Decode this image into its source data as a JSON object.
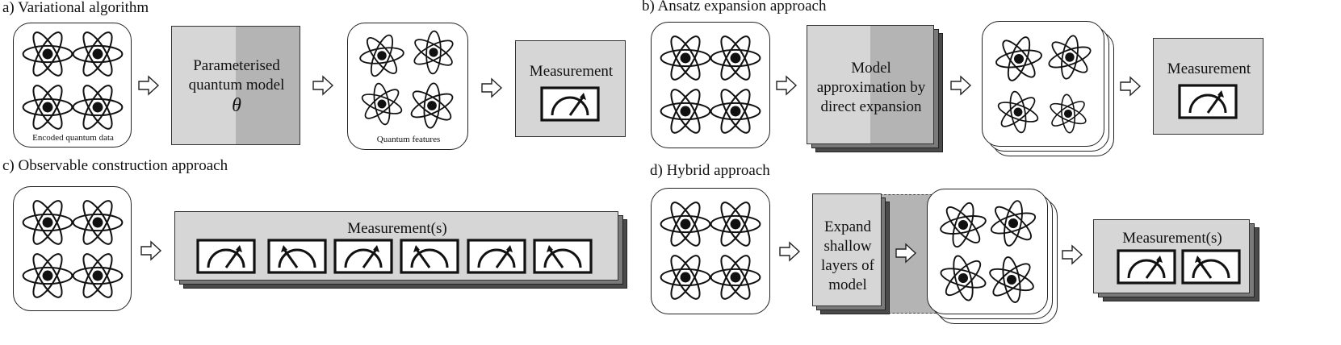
{
  "panels": {
    "a": {
      "title": "a) Variational algorithm",
      "encoded_label": "Encoded  quantum data",
      "model_line1": "Parameterised",
      "model_line2": "quantum model",
      "model_symbol": "θ",
      "features_label": "Quantum features",
      "measurement": "Measurement"
    },
    "b": {
      "title": "b) Ansatz expansion approach",
      "model_line1": "Model",
      "model_line2": "approximation by",
      "model_line3": "direct expansion",
      "measurement": "Measurement"
    },
    "c": {
      "title": "c) Observable construction approach",
      "measurement": "Measurement(s)"
    },
    "d": {
      "title": "d) Hybrid approach",
      "model_line1": "Expand",
      "model_line2": "shallow",
      "model_line3": "layers of",
      "model_line4": "model",
      "measurement": "Measurement(s)"
    }
  },
  "colors": {
    "panel_gray": "#d6d6d6",
    "model_dark_gray": "#b4b4b4",
    "stack_dark": "#4a4a4a",
    "stack_mid": "#7a7a7a"
  },
  "icons": [
    "atom-icon",
    "meter-icon",
    "arrow-right-icon"
  ]
}
